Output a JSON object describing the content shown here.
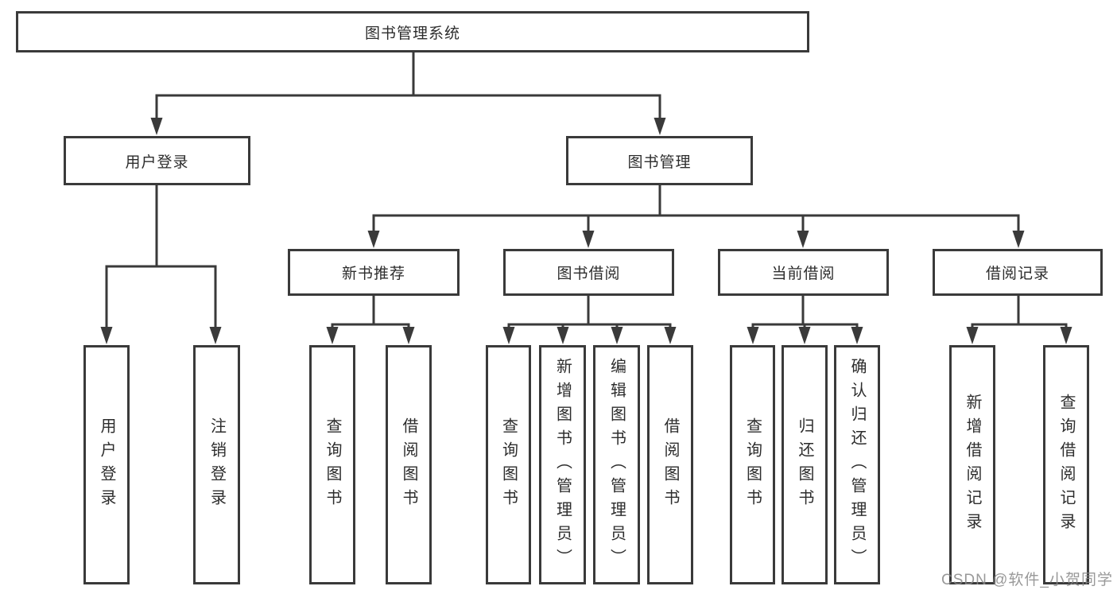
{
  "diagram": {
    "root": "图书管理系统",
    "level2": {
      "user_login": "用户登录",
      "book_mgmt": "图书管理"
    },
    "level3": {
      "new_book_rec": "新书推荐",
      "book_borrow": "图书借阅",
      "current_borrow": "当前借阅",
      "borrow_record": "借阅记录"
    },
    "leaves": {
      "user_login": [
        "用户登录",
        "注销登录"
      ],
      "new_book_rec": [
        "查询图书",
        "借阅图书"
      ],
      "book_borrow": [
        "查询图书",
        "新增图书（管理员）",
        "编辑图书（管理员）",
        "借阅图书"
      ],
      "current_borrow": [
        "查询图书",
        "归还图书",
        "确认归还（管理员）"
      ],
      "borrow_record": [
        "新增借阅记录",
        "查询借阅记录"
      ]
    }
  },
  "watermark": "CSDN @软件_小贺同学",
  "colors": {
    "line": "#3a3a3a",
    "text": "#2d2d2d",
    "watermark": "#878787",
    "background": "#ffffff"
  }
}
